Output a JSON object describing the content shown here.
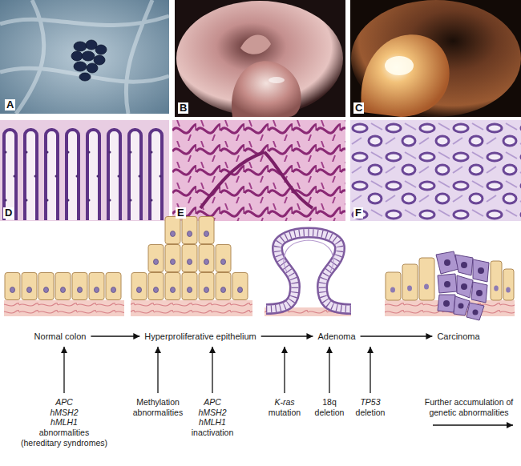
{
  "diagram": {
    "nodes": [
      {
        "text": [
          "Normal colon"
        ]
      },
      {
        "text": [
          "Hyperproliferative epithelium"
        ]
      },
      {
        "text": [
          "Adenoma"
        ]
      },
      {
        "text": [
          "Carcinoma"
        ]
      }
    ],
    "edges": [
      {
        "from": 0,
        "to": 1,
        "arrow": "to"
      },
      {
        "from": 1,
        "to": 2,
        "arrow": "to"
      },
      {
        "from": 2,
        "to": 3,
        "arrow": "to"
      }
    ],
    "labels": [
      "A",
      "B",
      "C",
      "D",
      "E",
      "F",
      "APC hMSH2 hMLH1",
      "abnormalities",
      "(hereditary syndromes)",
      "Methylation abnormalities",
      "APC hMSH2 hMLH1",
      "inactivation",
      "K-ras",
      "mutation",
      "18q deletion",
      "TP53",
      "deletion",
      "Further accumulation of",
      "genetic abnormalities"
    ]
  }
}
